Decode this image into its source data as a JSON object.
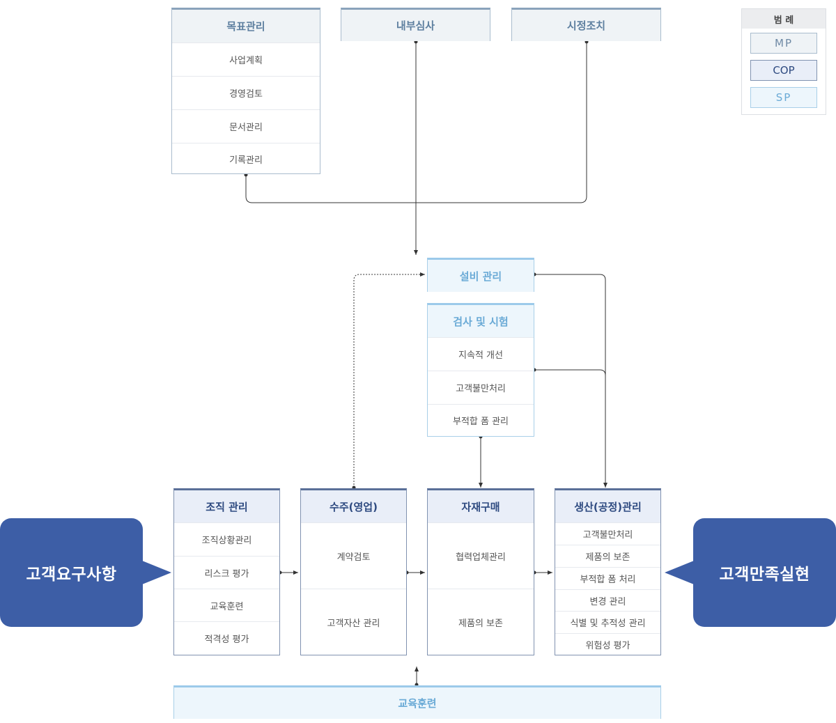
{
  "legend": {
    "title": "범 례",
    "items": [
      {
        "label": "MP",
        "style": "mp"
      },
      {
        "label": "COP",
        "style": "cop"
      },
      {
        "label": "SP",
        "style": "sp"
      }
    ]
  },
  "top": {
    "goal": {
      "title": "목표관리",
      "items": [
        "사업계획",
        "경영검토",
        "문서관리",
        "기록관리"
      ]
    },
    "audit": {
      "title": "내부심사"
    },
    "corrective": {
      "title": "시정조치"
    }
  },
  "middle": {
    "equipment": {
      "title": "설비 관리"
    },
    "inspection": {
      "title": "검사 및 시험",
      "items": [
        "지속적 개선",
        "고객불만처리",
        "부적합 폼 관리"
      ]
    }
  },
  "core": {
    "org": {
      "title": "조직 관리",
      "items": [
        "조직상황관리",
        "리스크 평가",
        "교육훈련",
        "적격성 평가"
      ]
    },
    "order": {
      "title": "수주(영업)",
      "items": [
        "계약검토",
        "고객자산 관리"
      ]
    },
    "purchase": {
      "title": "자재구매",
      "items": [
        "협력업체관리",
        "제품의 보존"
      ]
    },
    "production": {
      "title": "생산(공정)관리",
      "items": [
        "고객불만처리",
        "제품의 보존",
        "부적합 폼 처리",
        "변경 관리",
        "식별 및 추적성 관리",
        "위험성 평가"
      ]
    }
  },
  "bottom": {
    "training": {
      "title": "교육훈련"
    }
  },
  "callouts": {
    "left": "고객요구사항",
    "right": "고객만족실현"
  },
  "colors": {
    "callout": "#3d5ea6",
    "mp_header": "#5d7f9f",
    "cop_header": "#2e4a80",
    "sp_header": "#6aaad6",
    "line": "#333333"
  }
}
